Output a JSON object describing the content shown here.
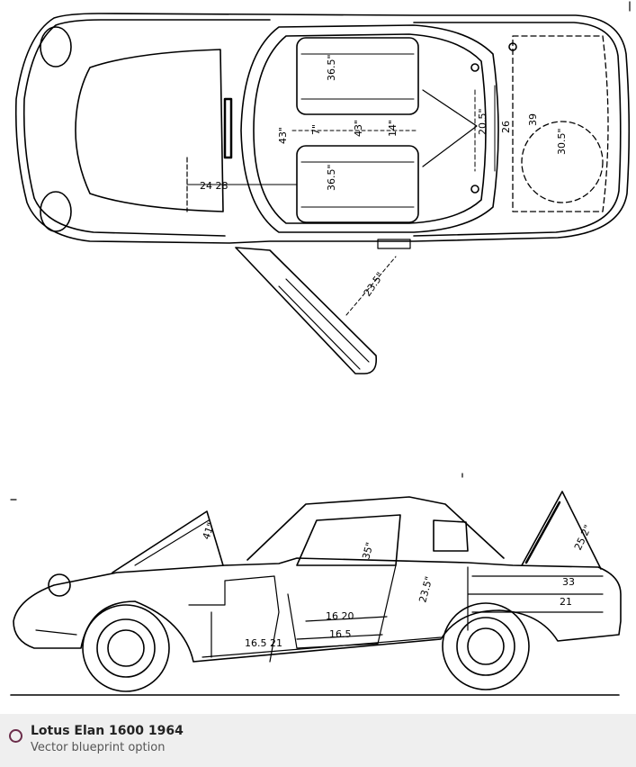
{
  "caption": {
    "title": "Lotus Elan 1600 1964",
    "subtitle": "Vector blueprint option"
  },
  "top_view": {
    "dims": {
      "seat_upper": "36.5\"",
      "seat_lower": "36.5\"",
      "left_width": "43\"",
      "center": "7\"",
      "center_b": "43\"",
      "center_c": "14\"",
      "boot_a": "20.5\"",
      "boot_b": "26",
      "boot_c": "39",
      "boot_d": "30.5\"",
      "front": "24  28",
      "door": "23.5\""
    }
  },
  "side_view": {
    "dims": {
      "bonnet": "41\"",
      "roof": "35\"",
      "pillar": "23.5\"",
      "boot_lid": "25.2\"",
      "boot_a": "33",
      "boot_b": "21",
      "floor_a": "16  20",
      "floor_b": "16.5",
      "floor_c": "16.5  21"
    }
  }
}
